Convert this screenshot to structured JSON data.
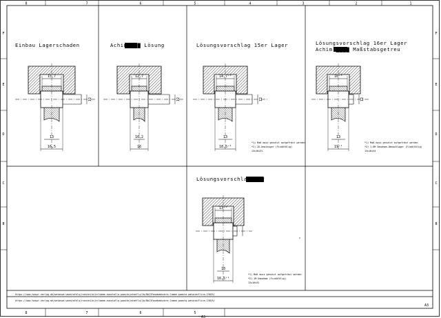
{
  "sheet": {
    "top_ruler": [
      "8",
      "7",
      "6",
      "5",
      "4",
      "3",
      "2",
      "1"
    ],
    "bottom_ruler": [
      "8",
      "7",
      "6",
      "5"
    ],
    "left_ruler": [
      "F",
      "E",
      "D",
      "C",
      "B"
    ],
    "right_ruler": [
      "F",
      "E",
      "D",
      "C",
      "B"
    ],
    "page_id": "A3",
    "bottom_mark": "A3"
  },
  "panels": [
    {
      "title_line1": "Einbau Lagerschaden",
      "title_line2": "",
      "top_dim": "15,7",
      "bore_dim": "13",
      "bottom_dim": "16,5",
      "height_dim": "12",
      "notes": []
    },
    {
      "title_line1": "Achim ▇▇▇ Lösung",
      "title_line2": "",
      "top_dim": "12,7",
      "bore_dim": "10,2",
      "bottom_dim": "16",
      "height_dim": "12",
      "notes": []
    },
    {
      "title_line1": "Lösungsvorschlag 15er Lager",
      "title_line2": "",
      "top_dim": "14,7⁺⁰",
      "bore_dim": "13",
      "bottom_dim": "18,5⁺¹",
      "height_dim": "12",
      "notes": [
        "*1) Maß muss genutzt aufgefräst werden",
        "*2) 2K-Umsteiger (Fixdüfölig)",
        "13x16x31"
      ]
    },
    {
      "title_line1": "Lösungsvorschlag 16er Lager",
      "title_line2": "Achim ▇▇▇▇ Maßstabsgetreu",
      "top_dim": "16⁺⁰",
      "bore_dim": "13",
      "bottom_dim": "19⁺¹",
      "height_dim": "12",
      "notes": [
        "*1) Maß muss genutzt aufgefräst werden",
        "*2) 1.6M Umnahme-Umnachlager (Fixdüfölig)",
        "13x16x34"
      ]
    },
    {
      "title_line1": "Lösungsvorschlag ▇▇▇",
      "title_line2": "",
      "top_dim": "13⁺⁰",
      "bore_dim": "10",
      "bottom_dim": "16,5⁺¹",
      "height_dim": "",
      "notes": [
        "*1) Maß muss genutzt aufgefräst werden",
        "*2) 1M Umnahme (Fixdüfölig)",
        "13x16x31"
      ]
    }
  ],
  "urls": [
    "https://www.haspr-verlag.de/wetanoa-waestafelu/rvesteile/erlaeme-ausstalla-paaste/ataeflu/1b/8b13fasebadscbre-laeme-paasta-watarauflira-13625/",
    "https://www.haspr-verlag.de/wetanoa-waestafelu/rvesteile/erlaeme-ausstalla-paaste/ataeflu/1b/8b13fasebadscbre-laeme-paasta-watarauflira-13625/"
  ]
}
